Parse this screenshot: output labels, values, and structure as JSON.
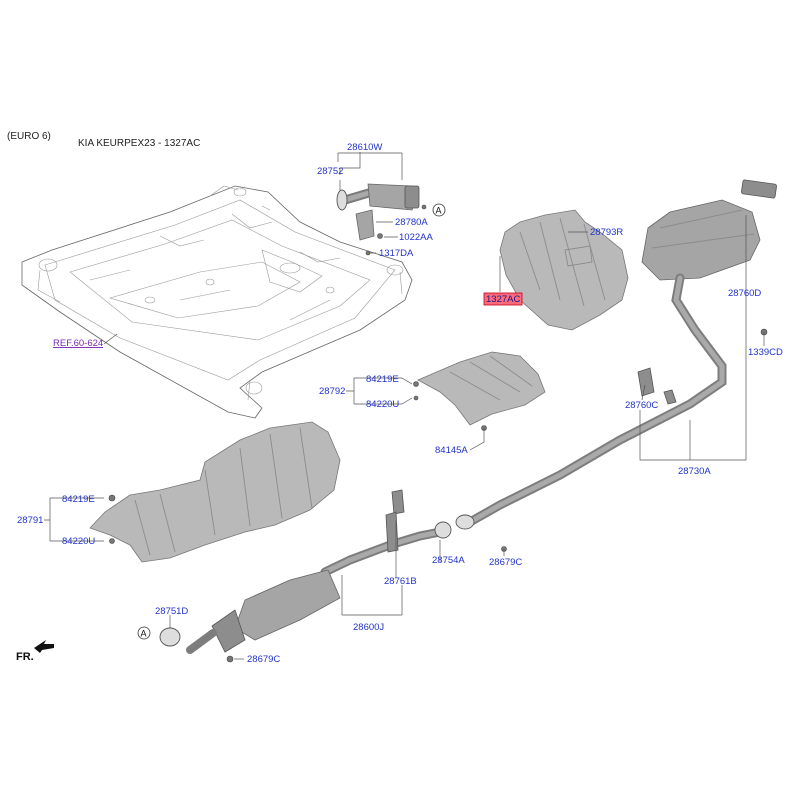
{
  "header": {
    "variant": "(EURO 6)",
    "catalog_ref": "KIA KEURPEX23 - 1327AC"
  },
  "labels": {
    "p28610W": "28610W",
    "p28752": "28752",
    "p28780A": "28780A",
    "p1022AA": "1022AA",
    "p1317DA": "1317DA",
    "p28793R": "28793R",
    "p1327AC": "1327AC",
    "p28760D": "28760D",
    "p1339CD": "1339CD",
    "ref": "REF.60-624",
    "p84219E_top": "84219E",
    "p28792": "28792",
    "p84220U_top": "84220U",
    "p84145A": "84145A",
    "p28760C": "28760C",
    "p28730A": "28730A",
    "p84219E_low": "84219E",
    "p28791": "28791",
    "p84220U_low": "84220U",
    "p28754A": "28754A",
    "p28679C_right": "28679C",
    "p28761B": "28761B",
    "p28600J": "28600J",
    "p28751D": "28751D",
    "p28679C_left": "28679C",
    "marker_a1": "A",
    "marker_a2": "A",
    "fr": "FR."
  },
  "colors": {
    "highlight_fill": "#ff6b7a",
    "highlight_stroke": "#c0001a",
    "label_text": "#2233cc",
    "ref_text": "#7a2bb5"
  }
}
